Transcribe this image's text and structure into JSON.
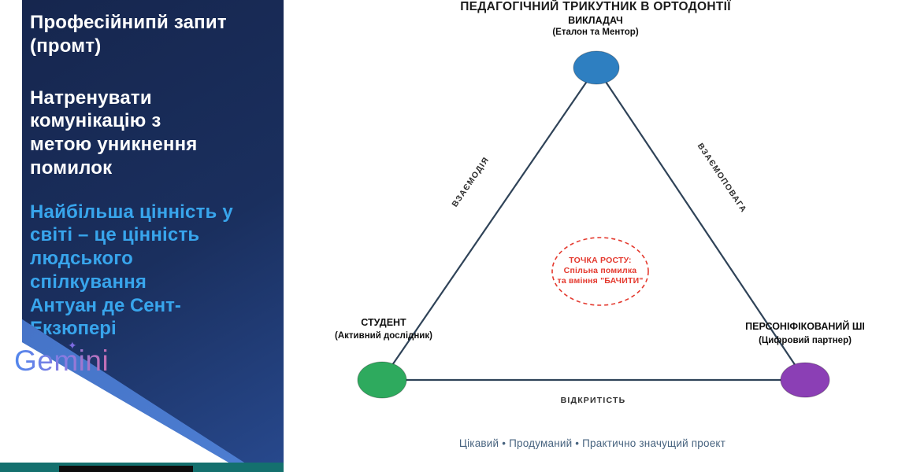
{
  "sidebar": {
    "prompt_title": "Професійнипй запит\n(промт)",
    "task_text": "Натренувати\nкомунікацію з\nметою уникнення\nпомилок",
    "quote_text": "Найбільша цінність у\nсвіті – це цінність\nлюдського\nспілкування",
    "quote_author": "Антуан де Сент-\nЕкзюпері",
    "logo_text": "Gemini",
    "sparkle_icon": "✦"
  },
  "diagram": {
    "title": "ПЕДАГОГІЧНИЙ ТРИКУТНИК В ОРТОДОНТІЇ",
    "nodes": {
      "teacher": {
        "label": "ВИКЛАДАЧ",
        "sublabel": "(Еталон та Ментор)",
        "color": "#2e7fc1"
      },
      "student": {
        "label": "СТУДЕНТ",
        "sublabel": "(Активний дослідник)",
        "color": "#2eaa5e"
      },
      "ai": {
        "label": "ПЕРСОНІФІКОВАНИЙ ШІ",
        "sublabel": "(Цифровий партнер)",
        "color": "#8b3fb5"
      }
    },
    "edges": {
      "left": "ВЗАЄМОДІЯ",
      "right": "ВЗАЄМОПОВАГА",
      "bottom": "ВІДКРИТІСТЬ"
    },
    "center": {
      "line1": "ТОЧКА РОСТУ:",
      "line2": "Спільна помилка",
      "line3": "та вміння \"БАЧИТИ\"",
      "color": "#e4392e"
    },
    "caption": "Цікавий • Продуманий • Практично значущий проект"
  },
  "colors": {
    "sidebar_navy": "#1a2f5e",
    "sidebar_light_band": "#3f6cc0",
    "quote_blue": "#38a5ec",
    "teal_strip": "#14706e",
    "edge_line": "#2f4358"
  }
}
